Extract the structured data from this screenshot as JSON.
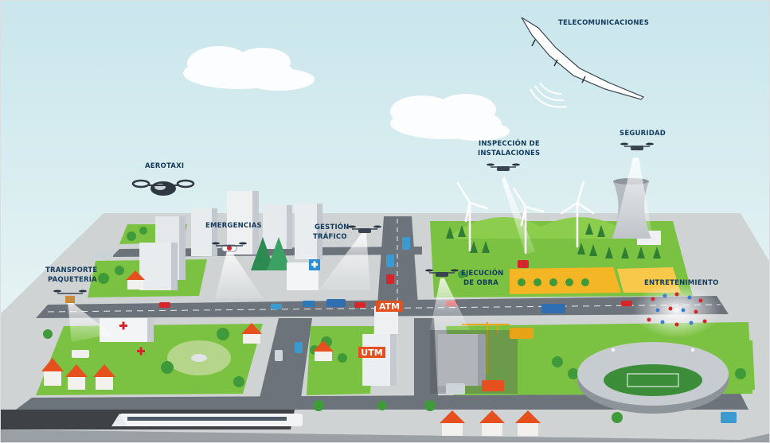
{
  "labels": {
    "telecom": "TELECOMUNICACIONES",
    "seguridad": "SEGURIDAD",
    "inspeccion_1": "INSPECCIÓN DE",
    "inspeccion_2": "INSTALACIONES",
    "aerotaxi": "AEROTAXI",
    "emergencias": "EMERGENCIAS",
    "gestion_1": "GESTIÓN",
    "gestion_2": "TRÁFICO",
    "transporte_1": "TRANSPORTE",
    "transporte_2": "PAQUETERÍA",
    "ejecucion_1": "EJECUCIÓN",
    "ejecucion_2": "DE OBRA",
    "entretenimiento": "ENTRETENIMIENTO"
  },
  "signs": {
    "atm": "ATM",
    "utm": "UTM"
  },
  "colors": {
    "sky_top": "#cfe9ee",
    "sky_bottom": "#eef7f6",
    "grass": "#7cc242",
    "road": "#6c737b",
    "label": "#123a5c",
    "sign_orange": "#e5501e"
  }
}
